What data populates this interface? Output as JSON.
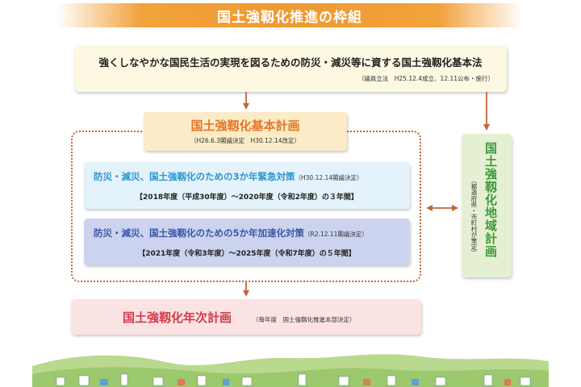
{
  "banner": {
    "title": "国土強靱化推進の枠組"
  },
  "law": {
    "title": "強くしなやかな国民生活の実現を図るための防災・減災等に資する国土強靱化基本法",
    "note": "（議員立法　H25.12.4成立、12.11公布・施行）"
  },
  "basic_plan": {
    "title": "国土強靱化基本計画",
    "note": "（H26.6.3閣議決定　H30.12.14改定）"
  },
  "measure_3yr": {
    "title": "防災・減災、国土強靱化のための3か年緊急対策",
    "note": "（H30.12.14閣議決定）",
    "period": "【2018年度（平成30年度）～2020年度（令和2年度）の３年間】"
  },
  "measure_5yr": {
    "title": "防災・減災、国土強靱化のための5か年加速化対策",
    "note": "（R2.12.11閣議決定）",
    "period": "【2021年度（令和3年度）～2025年度（令和7年度）の５年間】"
  },
  "annual_plan": {
    "title": "国土強靱化年次計画",
    "note": "（毎年度　国土強靱化推進本部決定）"
  },
  "regional_plan": {
    "title": "国土強靱化地域計画",
    "note": "（都道府県・市町村が策定）"
  },
  "colors": {
    "banner": "#ee9a33",
    "arrow": "#c0663a",
    "plan_title": "#e4762a",
    "measure_3yr_title": "#2e95cf",
    "measure_5yr_title": "#3b56a6",
    "annual_title": "#d23d48",
    "regional_title": "#3f9a3a"
  }
}
